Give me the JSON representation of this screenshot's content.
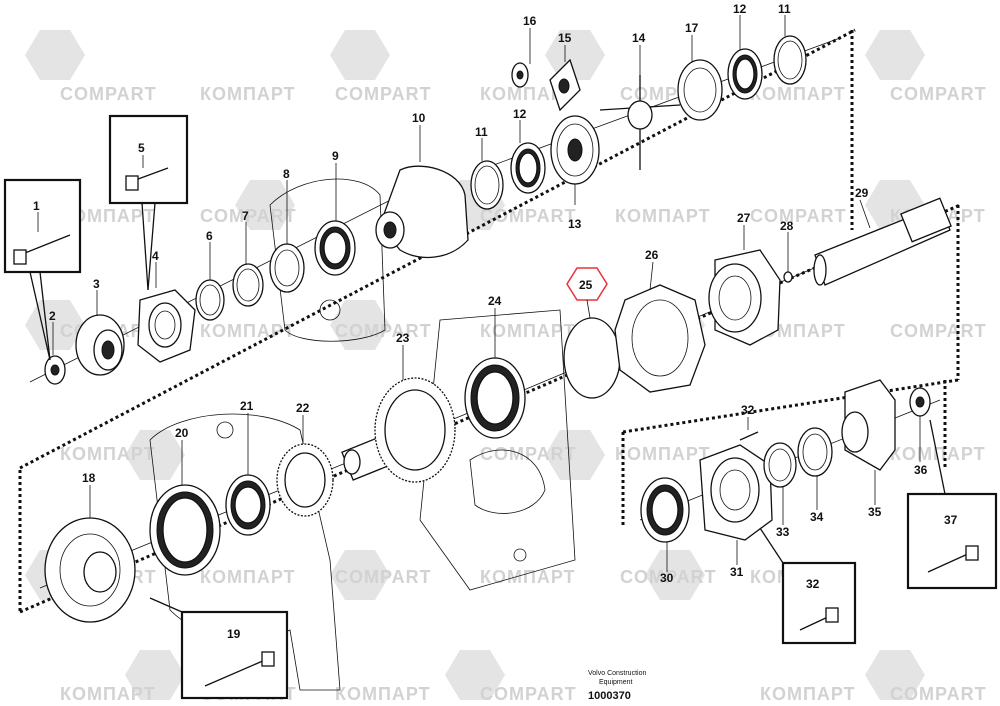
{
  "watermark": {
    "latin": "COMPART",
    "cyrillic": "КОМПАРТ"
  },
  "caption": {
    "line1": "Volvo Construction",
    "line2": "Equipment",
    "number": "1000370"
  },
  "callouts": {
    "p1": "1",
    "p2": "2",
    "p3": "3",
    "p4": "4",
    "p5": "5",
    "p6": "6",
    "p7": "7",
    "p8": "8",
    "p9": "9",
    "p10": "10",
    "p11a": "11",
    "p11b": "11",
    "p12a": "12",
    "p12b": "12",
    "p13": "13",
    "p14": "14",
    "p15": "15",
    "p16": "16",
    "p17": "17",
    "p18": "18",
    "p19": "19",
    "p20": "20",
    "p21": "21",
    "p22": "22",
    "p23": "23",
    "p24": "24",
    "p25": "25",
    "p26": "26",
    "p27": "27",
    "p28": "28",
    "p29": "29",
    "p30": "30",
    "p31": "31",
    "p32a": "32",
    "p32b": "32",
    "p33": "33",
    "p34": "34",
    "p35": "35",
    "p36": "36",
    "p37": "37"
  },
  "colors": {
    "highlight": "#e8333a",
    "watermark": "#d2d2d2",
    "ink": "#111111"
  }
}
